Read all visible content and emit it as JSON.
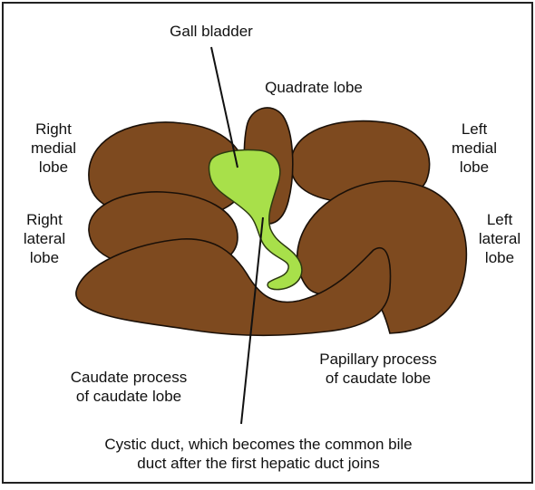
{
  "colors": {
    "lobe_fill": "#7e4a1f",
    "gall_bladder_fill": "#a8e04a",
    "background": "#ffffff",
    "frame": "#222222",
    "text": "#111111"
  },
  "labels": {
    "gall_bladder": "Gall bladder",
    "quadrate_lobe": "Quadrate lobe",
    "right_medial_lobe": "Right\nmedial\nlobe",
    "left_medial_lobe": "Left\nmedial\nlobe",
    "right_lateral_lobe": "Right\nlateral\nlobe",
    "left_lateral_lobe": "Left\nlateral\nlobe",
    "caudate_process": "Caudate process\nof caudate lobe",
    "papillary_process": "Papillary process\nof caudate lobe",
    "cystic_duct": "Cystic duct, which becomes the common bile\nduct after the first hepatic duct joins"
  }
}
